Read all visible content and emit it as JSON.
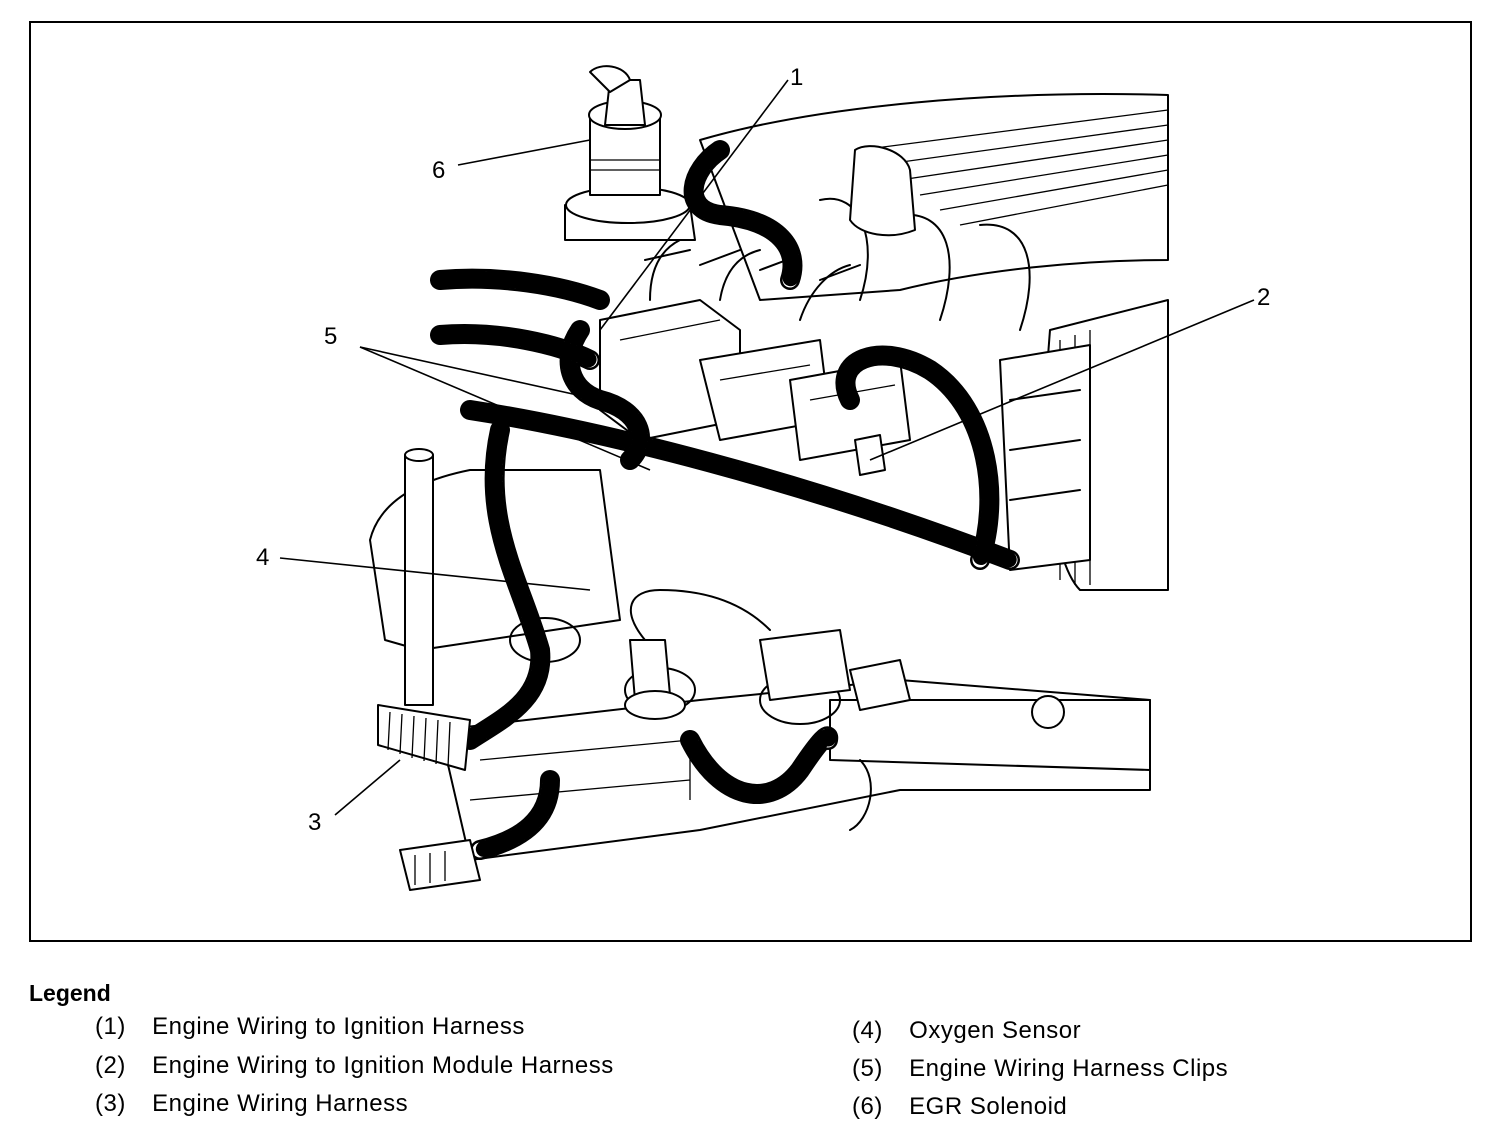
{
  "callouts": [
    "1",
    "2",
    "3",
    "4",
    "5",
    "6"
  ],
  "legend": {
    "title": "Legend",
    "items": [
      {
        "num": "(1)",
        "label": "Engine Wiring to Ignition Harness"
      },
      {
        "num": "(2)",
        "label": "Engine Wiring to Ignition Module Harness"
      },
      {
        "num": "(3)",
        "label": "Engine Wiring Harness"
      },
      {
        "num": "(4)",
        "label": "Oxygen Sensor"
      },
      {
        "num": "(5)",
        "label": "Engine Wiring Harness Clips"
      },
      {
        "num": "(6)",
        "label": "EGR Solenoid"
      }
    ]
  }
}
